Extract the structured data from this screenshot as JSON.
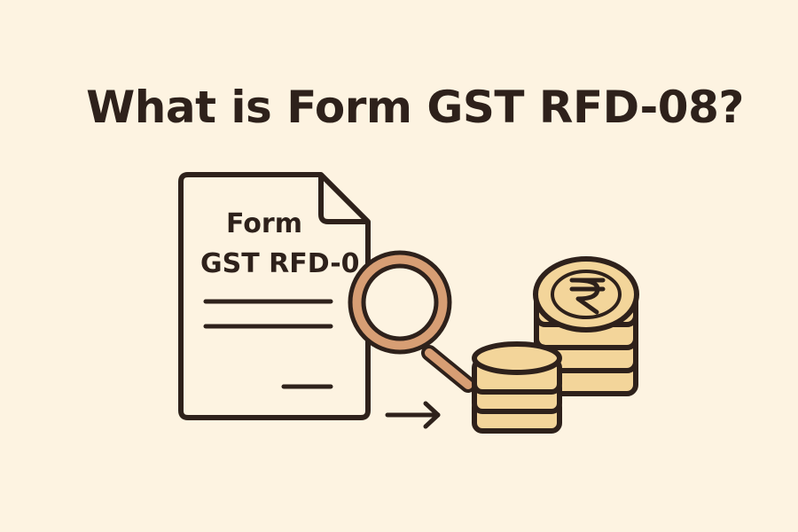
{
  "title": "What is Form GST RFD-08?",
  "document": {
    "line1": "Form",
    "line2": "GST RFD-0"
  },
  "icons": {
    "document": "document-icon",
    "magnifier": "magnifying-glass-icon",
    "arrow": "arrow-right-icon",
    "coins": "coin-stack-icon",
    "rupee": "rupee-icon"
  },
  "colors": {
    "background": "#fdf3e1",
    "ink": "#2e211b",
    "coin": "#f3d59a",
    "magnifier_ring": "#d79e74"
  }
}
